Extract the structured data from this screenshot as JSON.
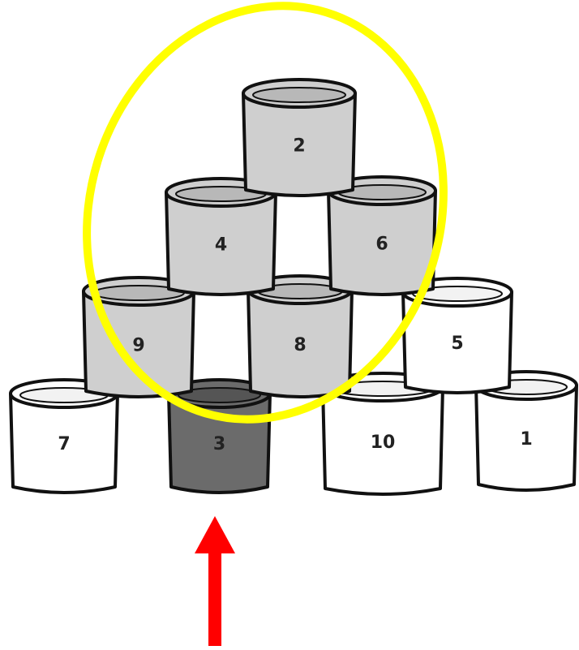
{
  "colors": {
    "can_gray": "#cfcfcf",
    "can_white": "#ffffff",
    "can_dark": "#6b6b6b",
    "outline": "#111111",
    "highlight_ellipse": "#ffff00",
    "arrow": "#ff0000"
  },
  "cans": [
    {
      "label": "7",
      "fill": "white"
    },
    {
      "label": "3",
      "fill": "dark"
    },
    {
      "label": "10",
      "fill": "white"
    },
    {
      "label": "1",
      "fill": "white"
    },
    {
      "label": "9",
      "fill": "gray"
    },
    {
      "label": "8",
      "fill": "gray"
    },
    {
      "label": "5",
      "fill": "white"
    },
    {
      "label": "4",
      "fill": "gray"
    },
    {
      "label": "6",
      "fill": "gray"
    },
    {
      "label": "2",
      "fill": "gray"
    }
  ],
  "annotations": {
    "highlight": "yellow-ellipse",
    "pointer": "red-up-arrow"
  }
}
